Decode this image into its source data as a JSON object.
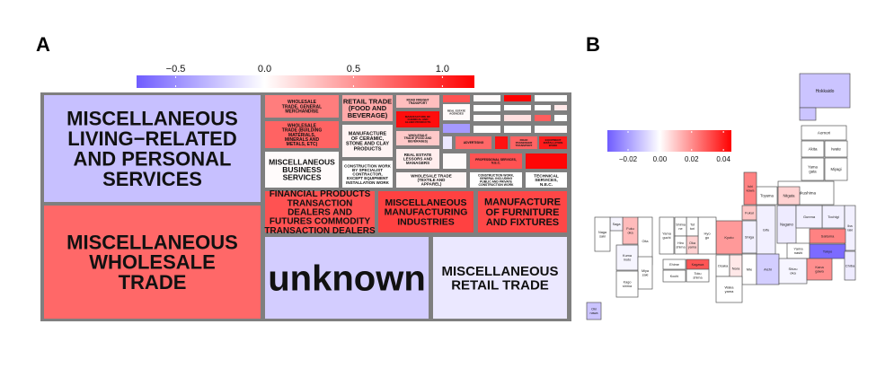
{
  "panels": {
    "a_letter": "A",
    "b_letter": "B"
  },
  "colors": {
    "low": "#6f5cff",
    "mid": "#ffffff",
    "high": "#ff0000",
    "treemap_background": "#7f7f7f",
    "map_border": "#555555"
  },
  "chart_data": [
    {
      "type": "treemap",
      "panel": "A",
      "colorbar": {
        "range": [
          -0.72,
          1.18
        ],
        "ticks": [
          -0.5,
          0.0,
          0.5,
          1.0
        ],
        "tick_labels": [
          "−0.5",
          "0.0",
          "0.5",
          "1.0"
        ]
      },
      "groups": [
        {
          "label": "MISCELLANEOUS\nLIVING−RELATED\nAND PERSONAL\nSERVICES",
          "value": -0.28
        },
        {
          "label": "MISCELLANEOUS\nWHOLESALE\nTRADE",
          "value": 0.7
        },
        {
          "label": "unknown",
          "value": -0.22
        },
        {
          "label": "MISCELLANEOUS\nRETAIL TRADE",
          "value": -0.1
        },
        {
          "label": "FINANCIAL PRODUCTS\nTRANSACTION\nDEALERS AND\nFUTURES COMMODITY\nTRANSACTION DEALERS",
          "value": 0.8
        },
        {
          "label": "MISCELLANEOUS\nMANUFACTURING\nINDUSTRIES",
          "value": 0.88
        },
        {
          "label": "MANUFACTURE\nOF FURNITURE\nAND FIXTURES",
          "value": 0.85
        },
        {
          "label": "WHOLESALE\nTRADE, GENERAL\nMERCHANDISE",
          "value": 0.6
        },
        {
          "label": "WHOLESALE\nTRADE (BUILDING\nMATERIALS,\nMINERALS AND\nMETALS, ETC)",
          "value": 0.72
        },
        {
          "label": "MISCELLANEOUS\nBUSINESS\nSERVICES",
          "value": 0.02
        },
        {
          "label": "RETAIL TRADE\n(FOOD AND\nBEVERAGE)",
          "value": 0.4
        },
        {
          "label": "MANUFACTURE\nOF CERAMIC,\nSTONE AND CLAY\nPRODUCTS",
          "value": 0.05
        },
        {
          "label": "CONSTRUCTION WORK\nBY SPECIALIST\nCONTRACTOR,\nEXCEPT EQUIPMENT\nINSTALLATION WORK",
          "value": 0.0
        },
        {
          "label": "ROAD FREIGHT\nTRANSPORT",
          "value": 0.3
        },
        {
          "label": "MANUFACTURE OF\nCHEMICAL AND\nALLIED PRODUCTS",
          "value": 1.12
        },
        {
          "label": "WHOLESALE\nTRADE (FOOD AND\nBEVERAGES)",
          "value": 0.25
        },
        {
          "label": "REAL ESTATE\nAGENCIES",
          "value": 0.02
        },
        {
          "label": "REAL ESTATE\nLESSORS AND\nMANAGERS",
          "value": 0.08
        },
        {
          "label": "ADVERTISING",
          "value": 0.7
        },
        {
          "label": "ROAD\nPASSENGER\nTRANSPORT",
          "value": 0.72
        },
        {
          "label": "EQUIPMENT\nINSTALLATION\nWORK",
          "value": 1.05
        },
        {
          "label": "WHOLESALE TRADE\n(TEXTILE AND\nAPPAREL)",
          "value": 0.04
        },
        {
          "label": "CONSTRUCTION WORK,\nGENERAL INCLUDING\nPUBLIC AND PRIVATE\nCONSTRUCTION WORK",
          "value": 0.0
        },
        {
          "label": "PROFESSIONAL SERVICES,\nN.E.C.",
          "value": 0.8
        },
        {
          "label": "TECHNICAL\nSERVICES,\nN.E.C.",
          "value": 0.0
        }
      ]
    },
    {
      "type": "choropleth",
      "panel": "B",
      "colorbar": {
        "range": [
          -0.033,
          0.045
        ],
        "ticks": [
          -0.02,
          0.0,
          0.02,
          0.04
        ],
        "tick_labels": [
          "−0.02",
          "0.00",
          "0.02",
          "0.04"
        ]
      },
      "regions": [
        {
          "name": "Hokkaido",
          "value": -0.012
        },
        {
          "name": "Aomori",
          "value": 0.0
        },
        {
          "name": "Akita",
          "value": 0.0
        },
        {
          "name": "Iwate",
          "value": 0.0
        },
        {
          "name": "Yama\ngata",
          "value": 0.0
        },
        {
          "name": "Miyagi",
          "value": 0.0
        },
        {
          "name": "Fukushima",
          "value": 0.0
        },
        {
          "name": "Ishi\nkawa",
          "value": 0.022
        },
        {
          "name": "Toyama",
          "value": 0.0
        },
        {
          "name": "Niigata",
          "value": 0.008
        },
        {
          "name": "Tochigi",
          "value": -0.003
        },
        {
          "name": "Iba\nraki",
          "value": -0.003
        },
        {
          "name": "Fukui",
          "value": 0.01
        },
        {
          "name": "Nagano",
          "value": -0.004
        },
        {
          "name": "Gunma",
          "value": -0.003
        },
        {
          "name": "Gifu",
          "value": -0.003
        },
        {
          "name": "Yama\nnashi",
          "value": 0.0
        },
        {
          "name": "Saitama",
          "value": 0.022
        },
        {
          "name": "Tokyo",
          "value": -0.03
        },
        {
          "name": "Chiba",
          "value": -0.004
        },
        {
          "name": "Shiga",
          "value": -0.003
        },
        {
          "name": "Kyoto",
          "value": 0.018
        },
        {
          "name": "Osaka",
          "value": 0.0
        },
        {
          "name": "Nara",
          "value": 0.004
        },
        {
          "name": "Mie",
          "value": 0.0
        },
        {
          "name": "Aichi",
          "value": -0.01
        },
        {
          "name": "Shizu\noka",
          "value": -0.002
        },
        {
          "name": "Kana\ngawa",
          "value": 0.02
        },
        {
          "name": "Waka\nyama",
          "value": 0.0
        },
        {
          "name": "Hyo\ngo",
          "value": 0.0
        },
        {
          "name": "Tot\ntori",
          "value": 0.0
        },
        {
          "name": "Shima\nne",
          "value": 0.0
        },
        {
          "name": "Oka\nyama",
          "value": 0.008
        },
        {
          "name": "Hiro\nshima",
          "value": 0.0
        },
        {
          "name": "Yama\nguchi",
          "value": 0.0
        },
        {
          "name": "Kagawa",
          "value": 0.03
        },
        {
          "name": "Ehime",
          "value": 0.0
        },
        {
          "name": "Toku\nshima",
          "value": 0.0
        },
        {
          "name": "Kochi",
          "value": 0.0
        },
        {
          "name": "Fuku\noka",
          "value": 0.012
        },
        {
          "name": "Saga",
          "value": -0.002
        },
        {
          "name": "Naga\nsaki",
          "value": 0.0
        },
        {
          "name": "Oita",
          "value": 0.0
        },
        {
          "name": "Kuma\nmoto",
          "value": -0.002
        },
        {
          "name": "Miya\nzaki",
          "value": 0.0
        },
        {
          "name": "Kago\nshima",
          "value": 0.0
        },
        {
          "name": "Oki\nnawa",
          "value": -0.012
        }
      ]
    }
  ]
}
